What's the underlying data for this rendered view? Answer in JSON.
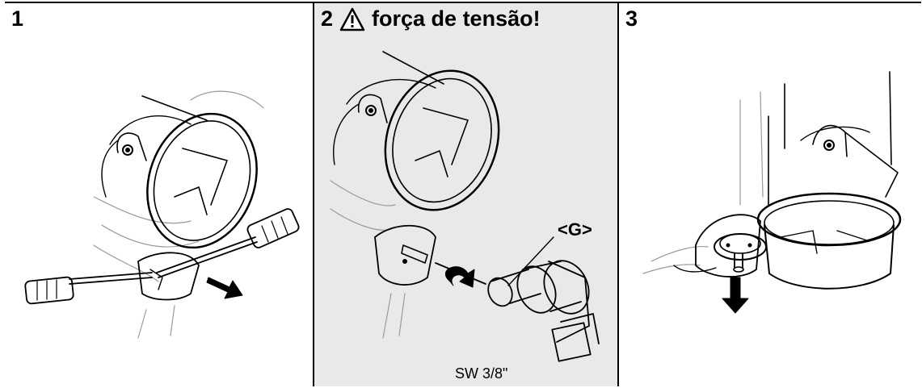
{
  "steps": [
    {
      "number": "1",
      "title": ""
    },
    {
      "number": "2",
      "title": "força de tensão!",
      "warning_icon": "warning-triangle-icon"
    },
    {
      "number": "3",
      "title": ""
    }
  ],
  "labels": {
    "part_g": "<G>",
    "wrench_size": "SW 3/8\""
  },
  "colors": {
    "line": "#000000",
    "shade_panel": "#e9e9e9",
    "light_line": "#9a9a9a"
  }
}
